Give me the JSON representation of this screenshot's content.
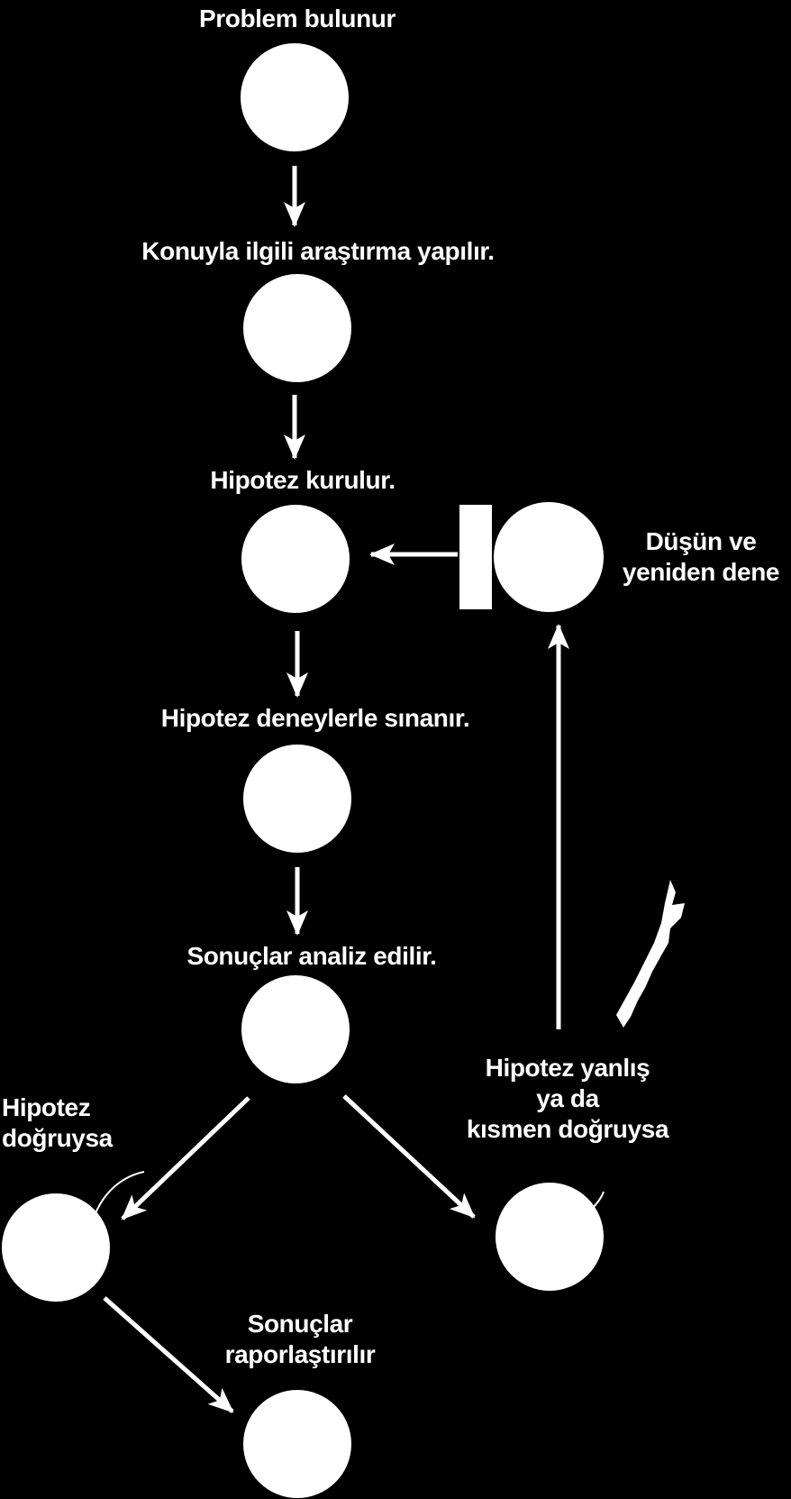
{
  "colors": {
    "background": "#000000",
    "foreground": "#ffffff"
  },
  "steps": {
    "problem": "Problem bulunur",
    "research": "Konuyla ilgili araştırma yapılır.",
    "hypothesis": "Hipotez kurulur.",
    "test": "Hipotez deneylerle sınanır.",
    "analyze": "Sonuçlar analiz edilir."
  },
  "branches": {
    "correct": {
      "line1": "Hipotez",
      "line2": "doğruysa"
    },
    "wrong": {
      "line1": "Hipotez yanlış",
      "line2": "ya da",
      "line3": "kısmen doğruysa"
    },
    "retry": {
      "line1": "Düşün ve",
      "line2": "yeniden dene"
    },
    "report": {
      "line1": "Sonuçlar",
      "line2": "raporlaştırılır"
    }
  }
}
